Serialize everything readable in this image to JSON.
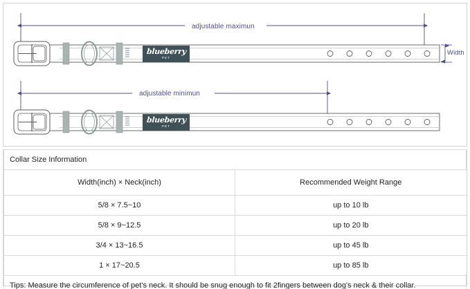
{
  "diagram": {
    "max_label": "adjustable maximun",
    "min_label": "adjustable minimun",
    "width_label": "Width",
    "logo": {
      "word": "blueberry",
      "sub": "PET"
    },
    "colors": {
      "dimension_line": "#4c4f8a",
      "strap_outline": "#5b5b5b",
      "hardware_gray": "#a9b4b2",
      "logo_patch": "#3f5157",
      "panel_border": "#d2d2d2"
    },
    "top_strap": {
      "hole_count": 6,
      "name": "adjustable maximum configuration"
    },
    "bottom_strap": {
      "hole_count": 6,
      "name": "adjustable minimum configuration"
    }
  },
  "table": {
    "title": "Collar Size Information",
    "headers": [
      "Width(inch)  ×  Neck(inch)",
      "Recommended Weight Range"
    ],
    "rows": [
      [
        "5/8 × 7.5~10",
        "up to 10 lb"
      ],
      [
        "5/8 × 9~12.5",
        "up to 20 lb"
      ],
      [
        "3/4 × 13~16.5",
        "up to 45 lb"
      ],
      [
        "1 × 17~20.5",
        "up to 85 lb"
      ]
    ],
    "tips": "Tips: Measure the circumference of pet's neck. It should be snug enough to fit 2fingers between dog's neck & their collar."
  }
}
